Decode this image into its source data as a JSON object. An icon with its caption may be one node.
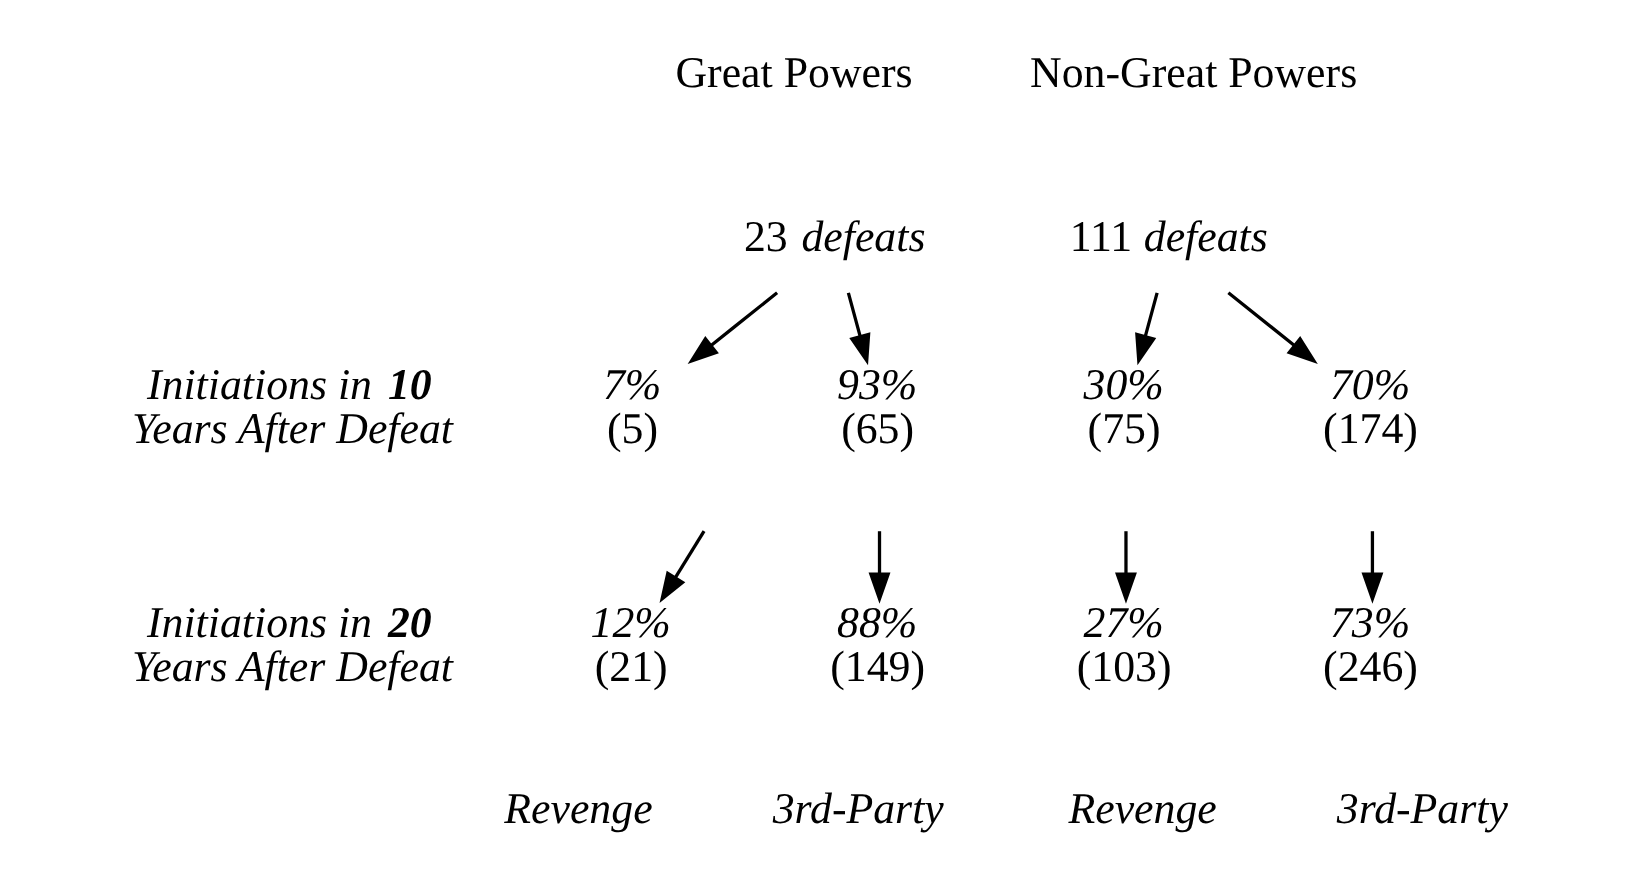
{
  "diagram": {
    "nodes": [
      {
        "text": [
          "23 *defeats*"
        ]
      },
      {
        "text": [
          "7%",
          "(5)"
        ]
      },
      {
        "text": [
          "93%",
          "(65)"
        ]
      },
      {
        "text": [
          "12%",
          "(21)"
        ]
      },
      {
        "text": [
          "88%",
          "(149)"
        ]
      },
      {
        "text": [
          "111 *defeats*"
        ]
      },
      {
        "text": [
          "30%",
          "(75)"
        ]
      },
      {
        "text": [
          "70%",
          "(174)"
        ]
      },
      {
        "text": [
          "27%",
          "(103)"
        ]
      },
      {
        "text": [
          "73%",
          "(246)"
        ]
      }
    ],
    "edges": [
      {
        "from": 0,
        "to": 1,
        "arrow": "to"
      },
      {
        "from": 0,
        "to": 2,
        "arrow": "to"
      },
      {
        "from": null,
        "to": 3,
        "arrow": "to"
      },
      {
        "from": null,
        "to": 4,
        "arrow": "to"
      },
      {
        "from": 5,
        "to": 6,
        "arrow": "to"
      },
      {
        "from": 5,
        "to": 7,
        "arrow": "to"
      },
      {
        "from": null,
        "to": 8,
        "arrow": "to"
      },
      {
        "from": null,
        "to": 9,
        "arrow": "to"
      }
    ],
    "labels": [
      "Great Powers",
      "Non-Great Powers",
      "Initiations in **10** Years After Defeat",
      "Initiations in **20** Years After Defeat",
      "Revenge",
      "3rd-Party",
      "Revenge",
      "3rd-Party"
    ]
  }
}
